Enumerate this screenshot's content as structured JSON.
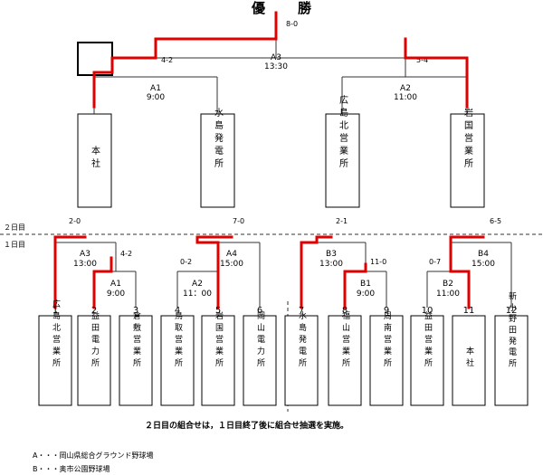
{
  "title_a": "優",
  "title_b": "勝",
  "final": {
    "code": "A3",
    "time": "13:30",
    "score_top": "8-0",
    "score_left": "4-2",
    "score_right": "5-4"
  },
  "day2": {
    "label": "２日目",
    "semi_left": {
      "code": "A1",
      "time": "9:00"
    },
    "semi_right": {
      "code": "A2",
      "time": "11:00"
    },
    "teams": [
      "本社",
      "水島発電所",
      "広島北営業所",
      "岩国営業所"
    ]
  },
  "day1": {
    "label": "１日目",
    "matches": [
      {
        "id": "l_a3",
        "code": "A3",
        "time": "13:00",
        "score": "2-0"
      },
      {
        "id": "l_a1",
        "code": "A1",
        "time": "9:00",
        "score": "4-2"
      },
      {
        "id": "l_a4",
        "code": "A4",
        "time": "15:00",
        "score": "7-0"
      },
      {
        "id": "l_a2",
        "code": "A2",
        "time": "11：00",
        "score": "0-2"
      },
      {
        "id": "r_b3",
        "code": "B3",
        "time": "13:00",
        "score": "2-1"
      },
      {
        "id": "r_b1",
        "code": "B1",
        "time": "9:00",
        "score": "11-0"
      },
      {
        "id": "r_b4",
        "code": "B4",
        "time": "15:00",
        "score": "6-5"
      },
      {
        "id": "r_b2",
        "code": "B2",
        "time": "11:00",
        "score": "0-7"
      }
    ],
    "teams": [
      {
        "no": "1",
        "name": "広島北営業所"
      },
      {
        "no": "2",
        "name": "益田電力所"
      },
      {
        "no": "3",
        "name": "倉敷営業所"
      },
      {
        "no": "4",
        "name": "鳥取営業所"
      },
      {
        "no": "5",
        "name": "岩国営業所"
      },
      {
        "no": "6",
        "name": "岡山電力所"
      },
      {
        "no": "7",
        "name": "水島発電所"
      },
      {
        "no": "8",
        "name": "福山営業所"
      },
      {
        "no": "9",
        "name": "周南営業所"
      },
      {
        "no": "10",
        "name": "益田営業所"
      },
      {
        "no": "11",
        "name": "本社"
      },
      {
        "no": "12",
        "name": "新小野田発電所"
      }
    ]
  },
  "note": "２日目の組合せは，１日目終了後に組合せ抽選を実施。",
  "legend": [
    {
      "key": "A",
      "sep": "・・・",
      "text": "岡山県総合グラウンド野球場"
    },
    {
      "key": "B",
      "sep": "・・・",
      "text": "奥市公園野球場"
    }
  ]
}
